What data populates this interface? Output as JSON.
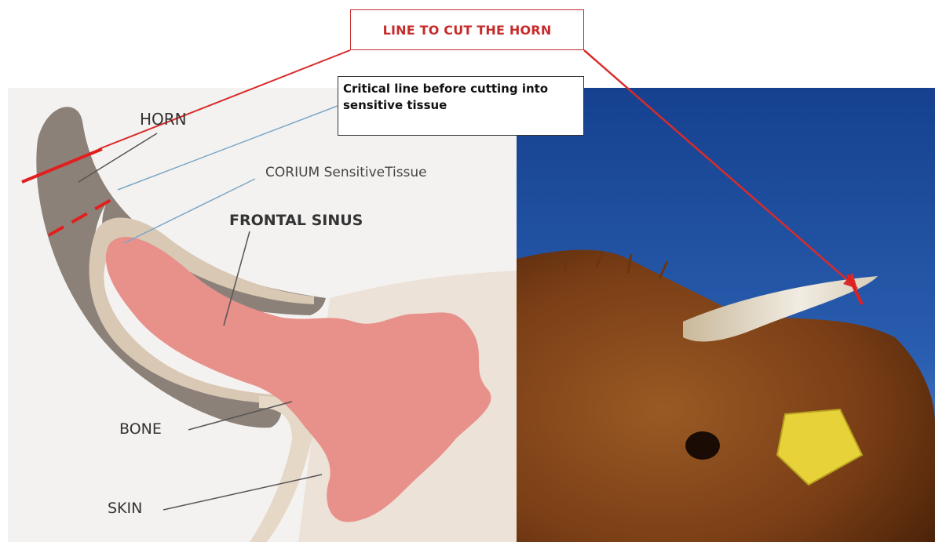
{
  "title_label": "LINE TO CUT THE HORN",
  "critical_label": "Critical line before cutting into sensitive tissue",
  "labels": {
    "horn": "HORN",
    "corium": "CORIUM SensitiveTissue",
    "frontal_sinus": "FRONTAL SINUS",
    "bone": "BONE",
    "skin": "SKIN"
  },
  "colors": {
    "cut_line": "#e0201e",
    "guide_line": "#7aa7c7",
    "horn": "#8c8178",
    "sinus": "#e8908a",
    "sky": "#1f4d9c",
    "fur": "#8a4a1c",
    "ear_tag": "#e8d23a"
  }
}
